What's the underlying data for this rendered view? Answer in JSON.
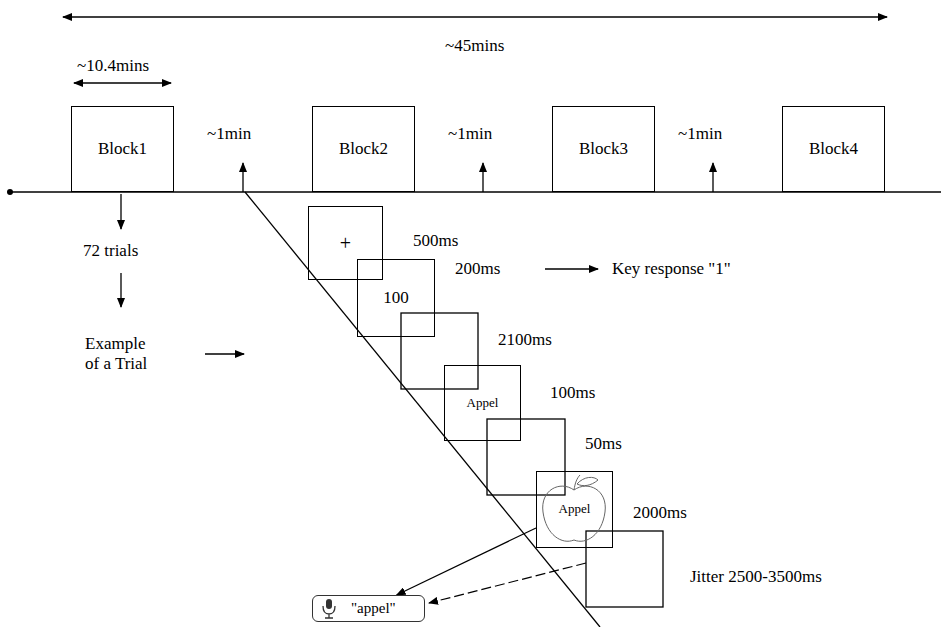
{
  "diagram": {
    "nodes": [
      {
        "text": [
          "Block1"
        ]
      },
      {
        "text": [
          "Block2"
        ]
      },
      {
        "text": [
          "Block3"
        ]
      },
      {
        "text": [
          "Block4"
        ]
      },
      {
        "text": [
          "+"
        ]
      },
      {
        "text": [
          "100"
        ]
      },
      {
        "text": [
          "Appel"
        ]
      },
      {
        "text": [
          "Appel"
        ]
      },
      {
        "text": [
          "\"appel\""
        ]
      }
    ],
    "edges": [
      {
        "from": 7,
        "to": 8,
        "arrow": "to"
      }
    ],
    "labels": [
      "~45mins",
      "~10.4mins",
      "~1min",
      "~1min",
      "~1min",
      "72 trials",
      "Example of a Trial",
      "500ms",
      "200ms",
      "Key response \"1\"",
      "2100ms",
      "100ms",
      "50ms",
      "2000ms",
      "Jitter 2500-3500ms"
    ]
  }
}
